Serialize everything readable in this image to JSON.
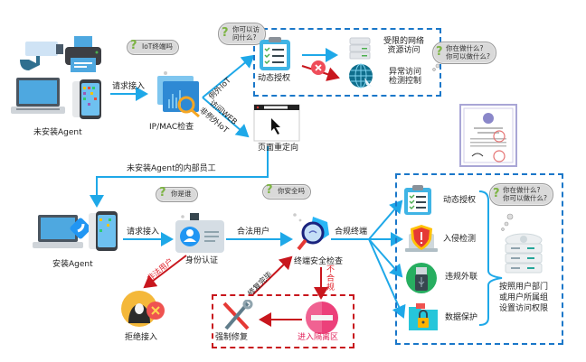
{
  "top": {
    "unmanaged_devices_label": "未安装Agent",
    "request_access_label": "请求接入",
    "iot_question": "IoT终端吗",
    "ipmac_check_label": "IP/MAC检查",
    "exception_iot_label": "例外IoT",
    "access_web_label": "访问WEB",
    "non_exception_iot_label": "非例外IoT",
    "what_can_access_question_line1": "你可以访",
    "what_can_access_question_line2": "问什么?",
    "dynamic_auth_label": "动态授权",
    "restricted_resource_line1": "受限的网络",
    "restricted_resource_line2": "资源访问",
    "abnormal_access_line1": "异常访问",
    "abnormal_access_line2": "检测控制",
    "what_doing_question_line1": "你在做什么?",
    "what_doing_question_line2": "你可以做什么?",
    "page_redirect_label": "页面重定向"
  },
  "middle": {
    "internal_staff_label": "未安装Agent的内部员工"
  },
  "bottom": {
    "agent_installed_label": "安装Agent",
    "request_access_label": "请求接入",
    "who_question": "你是谁",
    "identity_auth_label": "身份认证",
    "legal_user_label": "合法用户",
    "illegal_user_label": "非法用户",
    "reject_access_label": "拒绝接入",
    "safe_question": "你安全吗",
    "security_check_label": "终端安全检查",
    "compliant_label": "合规终端",
    "noncompliant_label": "不合规",
    "repair_done_label": "修复完毕",
    "force_repair_label": "强制修复",
    "quarantine_label": "进入隔离区"
  },
  "right_panel": {
    "items": [
      {
        "label": "动态授权",
        "icon": "clipboard-checklist-icon"
      },
      {
        "label": "入侵检测",
        "icon": "shield-alert-icon"
      },
      {
        "label": "违规外联",
        "icon": "usb-icon"
      },
      {
        "label": "数据保护",
        "icon": "locked-folder-icon"
      }
    ],
    "question_line1": "你在做什么?",
    "question_line2": "你可以做什么?",
    "policy_line1": "按照用户部门",
    "policy_line2": "或用户所属组",
    "policy_line3": "设置访问权限"
  },
  "colors": {
    "flow_blue": "#1ea8e8",
    "box_blue": "#1a77c9",
    "deny_red": "#c8161d",
    "quarantine_pink": "#f0437a"
  }
}
